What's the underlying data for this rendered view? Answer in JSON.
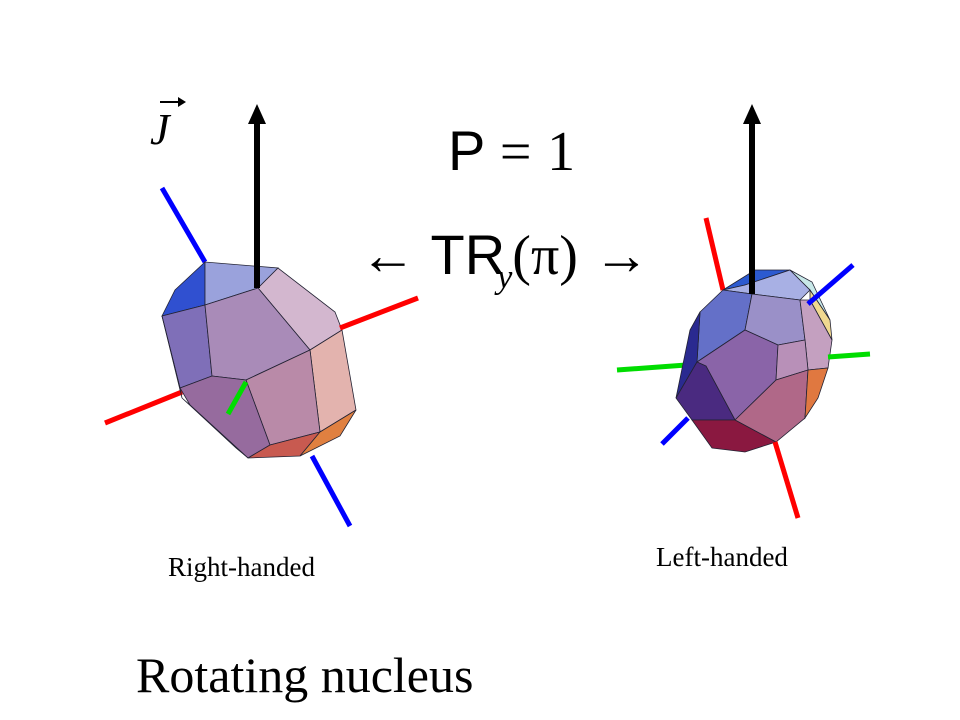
{
  "diagram": {
    "angular_momentum_symbol": "J",
    "parity_equation": {
      "lhs": "P",
      "op": "=",
      "rhs": "1"
    },
    "operator_line": {
      "left_arrow": "←",
      "op_main": "TR",
      "op_sub": "y",
      "op_arg": "(π)",
      "right_arrow": "→"
    },
    "labels": {
      "right_nucleus": "Right-handed",
      "left_nucleus": "Left-handed"
    },
    "title": "Rotating nucleus",
    "colors": {
      "long_axis": "#ff0000",
      "intermediate_axis": "#0000ff",
      "short_axis": "#00dd00",
      "spin_vector": "#000000"
    }
  }
}
